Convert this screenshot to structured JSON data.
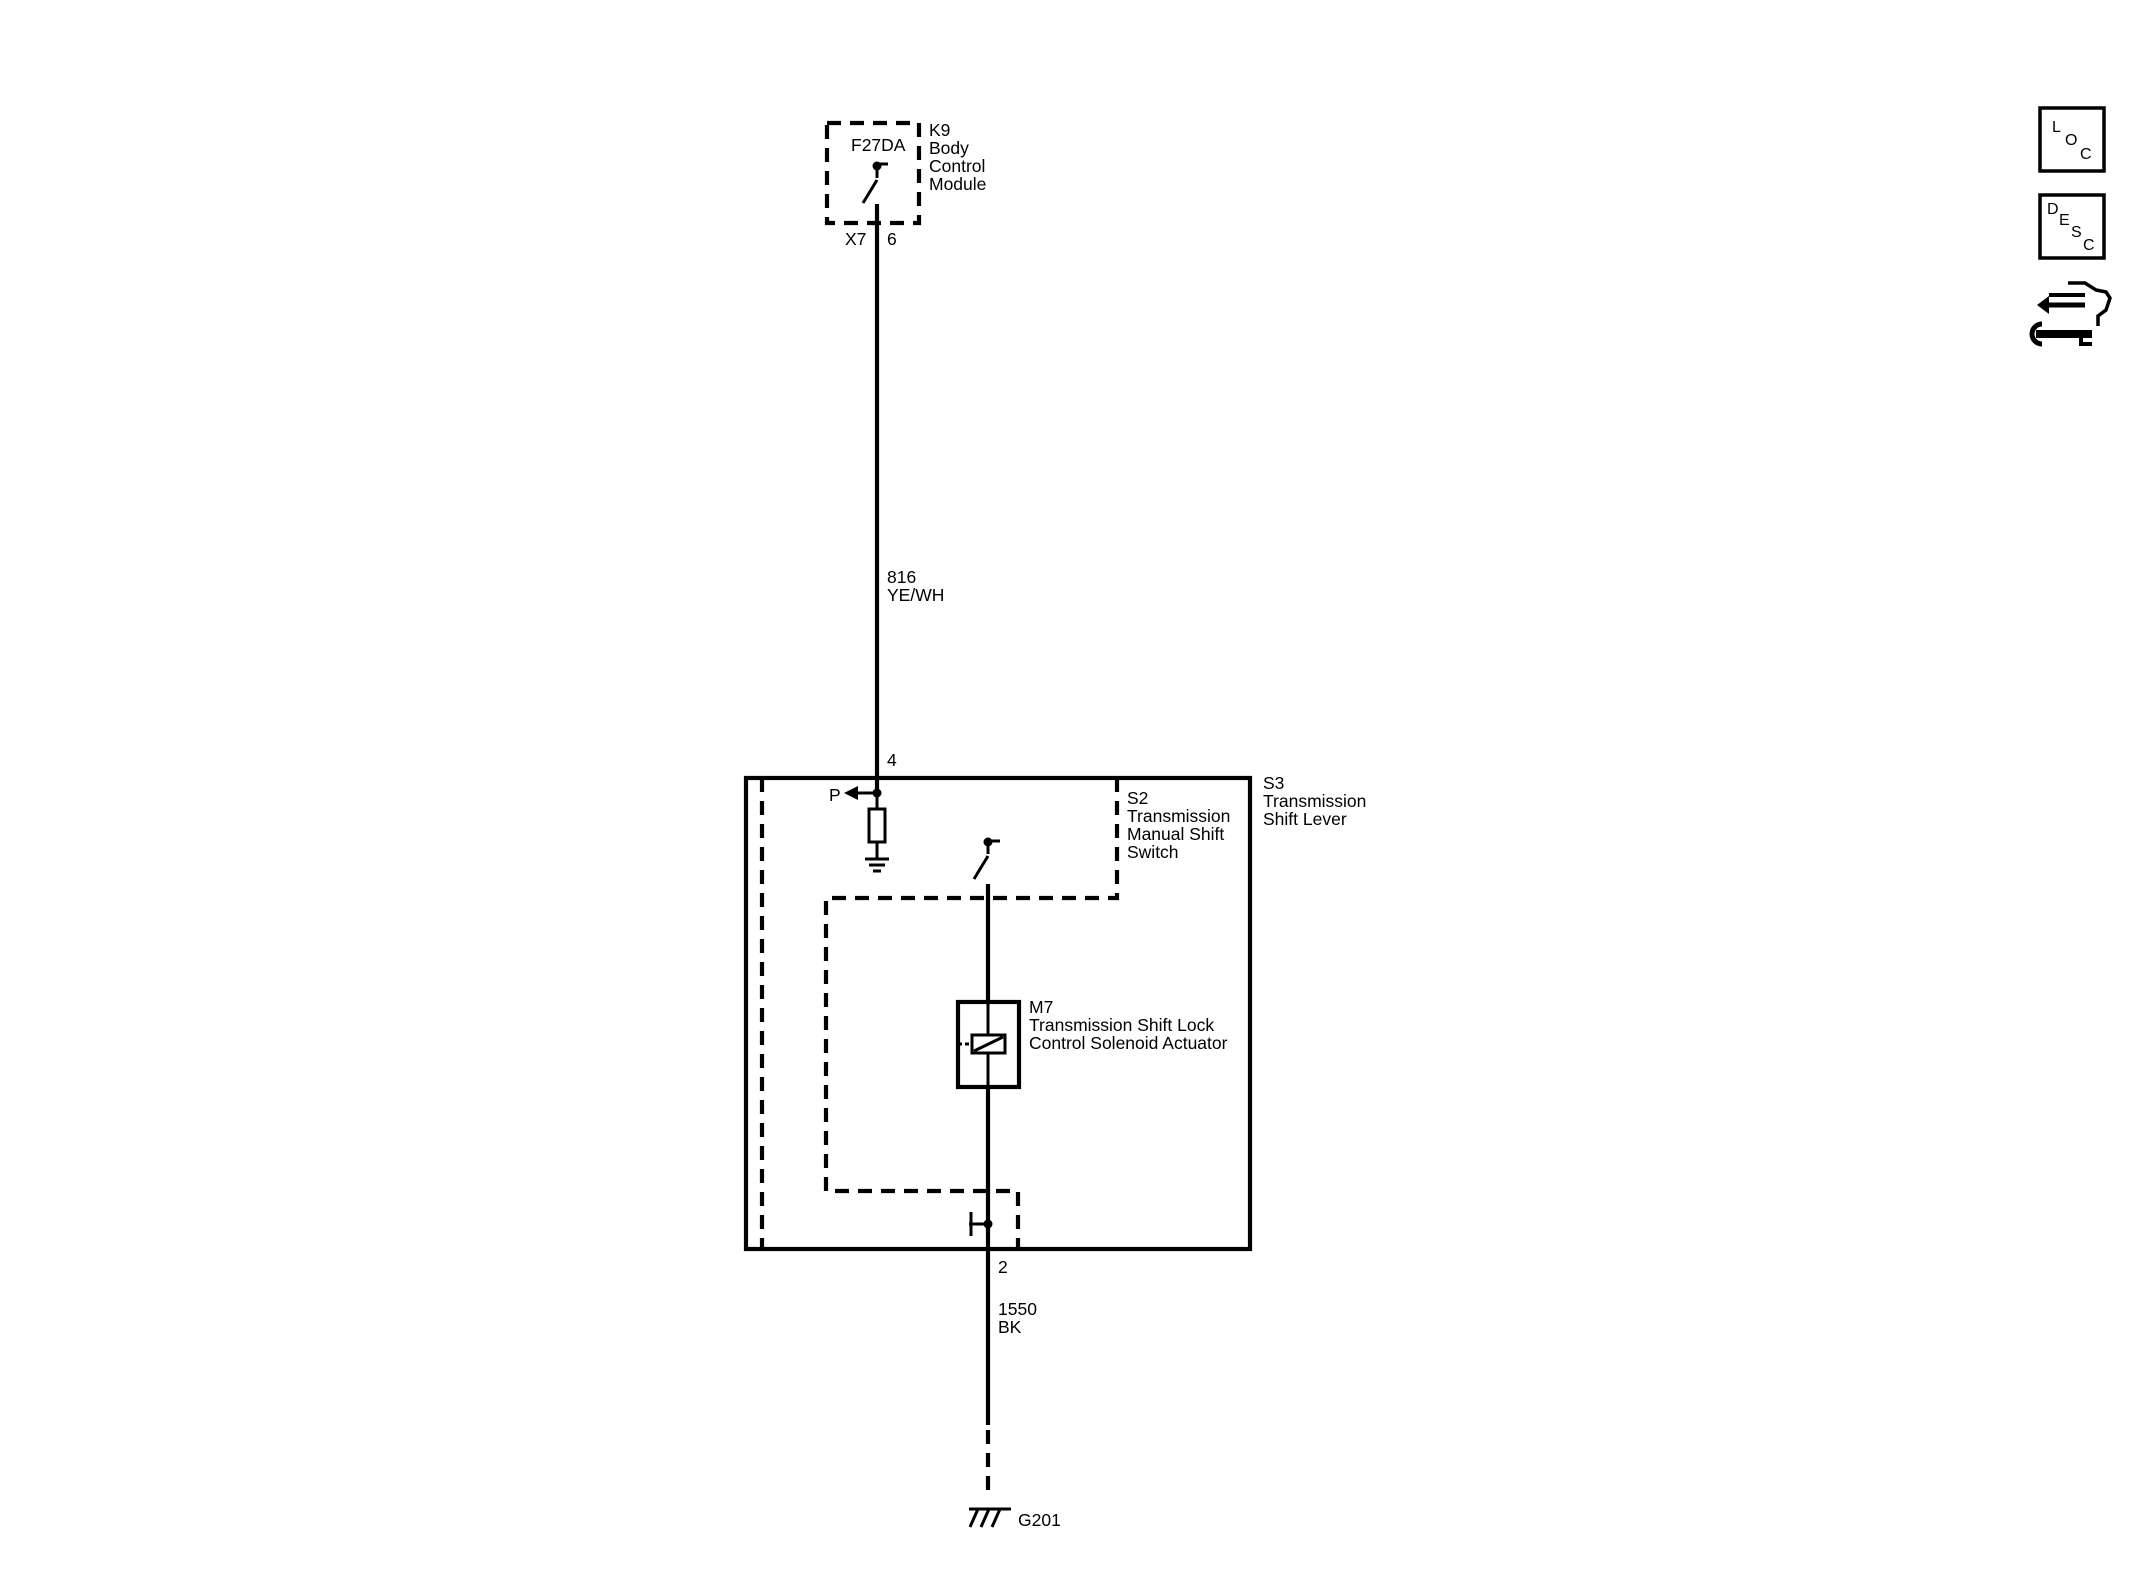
{
  "modules": {
    "k9": {
      "id": "K9",
      "lines": [
        "Body",
        "Control",
        "Module"
      ],
      "circuit": "F27DA",
      "connector": "X7",
      "pin": "6"
    },
    "s3": {
      "id": "S3",
      "lines": [
        "Transmission",
        "Shift Lever"
      ],
      "pin_top": "4",
      "pin_bottom": "2"
    },
    "s2": {
      "id": "S2",
      "lines": [
        "Transmission",
        "Manual Shift",
        "Switch"
      ]
    },
    "m7": {
      "id": "M7",
      "lines": [
        "Transmission Shift Lock",
        "Control Solenoid Actuator"
      ]
    }
  },
  "park_label": "P",
  "wires": {
    "w816": {
      "circuit": "816",
      "color": "YE/WH"
    },
    "w1550": {
      "circuit": "1550",
      "color": "BK"
    }
  },
  "ground": {
    "id": "G201"
  },
  "icons": {
    "loc": {
      "letters": [
        "L",
        "O",
        "C"
      ]
    },
    "desc": {
      "letters": [
        "D",
        "E",
        "S",
        "C"
      ]
    },
    "wrench": "connector-repair-icon"
  }
}
